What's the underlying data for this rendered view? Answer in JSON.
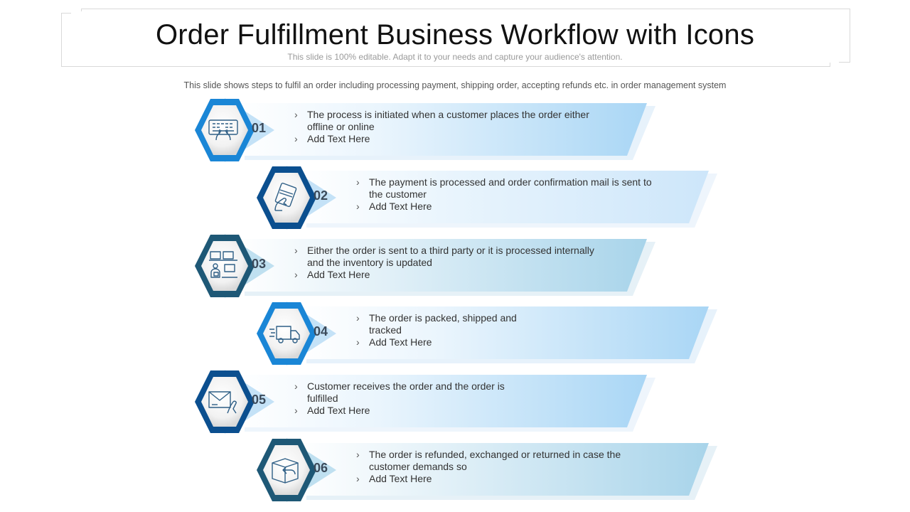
{
  "header": {
    "title": "Order Fulfillment Business Workflow with Icons",
    "subtitle": "This slide is 100% editable. Adapt it to your needs and capture your audience's attention."
  },
  "description": "This slide shows steps to fulfil an order including processing payment, shipping order, accepting refunds etc. in order management system",
  "bullet_mark": "›",
  "colors": {
    "hex_ring_bright": "#1a86d6",
    "hex_ring_navy": "#0b4f8f",
    "hex_ring_teal": "#1e5876",
    "banner_light": "#eef6fd",
    "banner_sky": "#a9d6f5",
    "icon_stroke": "#2f5f86"
  },
  "steps": [
    {
      "number": "01",
      "icon": "keyboard-hands-icon",
      "line1": "The process is initiated  when a customer places the order either offline or online",
      "line2": "Add Text Here"
    },
    {
      "number": "02",
      "icon": "card-payment-icon",
      "line1": "The payment is processed and order confirmation mail is sent to the customer",
      "line2": "Add Text Here"
    },
    {
      "number": "03",
      "icon": "warehouse-worker-icon",
      "line1": "Either the order is sent to a third party or it is processed internally and the inventory is updated",
      "line2": "Add Text Here"
    },
    {
      "number": "04",
      "icon": "delivery-truck-icon",
      "line1": "The order is packed, shipped and tracked",
      "line2": "Add Text Here"
    },
    {
      "number": "05",
      "icon": "envelope-hand-icon",
      "line1": "Customer receives the order and the order is fulfilled",
      "line2": "Add Text Here"
    },
    {
      "number": "06",
      "icon": "return-box-icon",
      "line1": "The order is refunded, exchanged or returned in case the customer demands so",
      "line2": "Add Text Here"
    }
  ]
}
